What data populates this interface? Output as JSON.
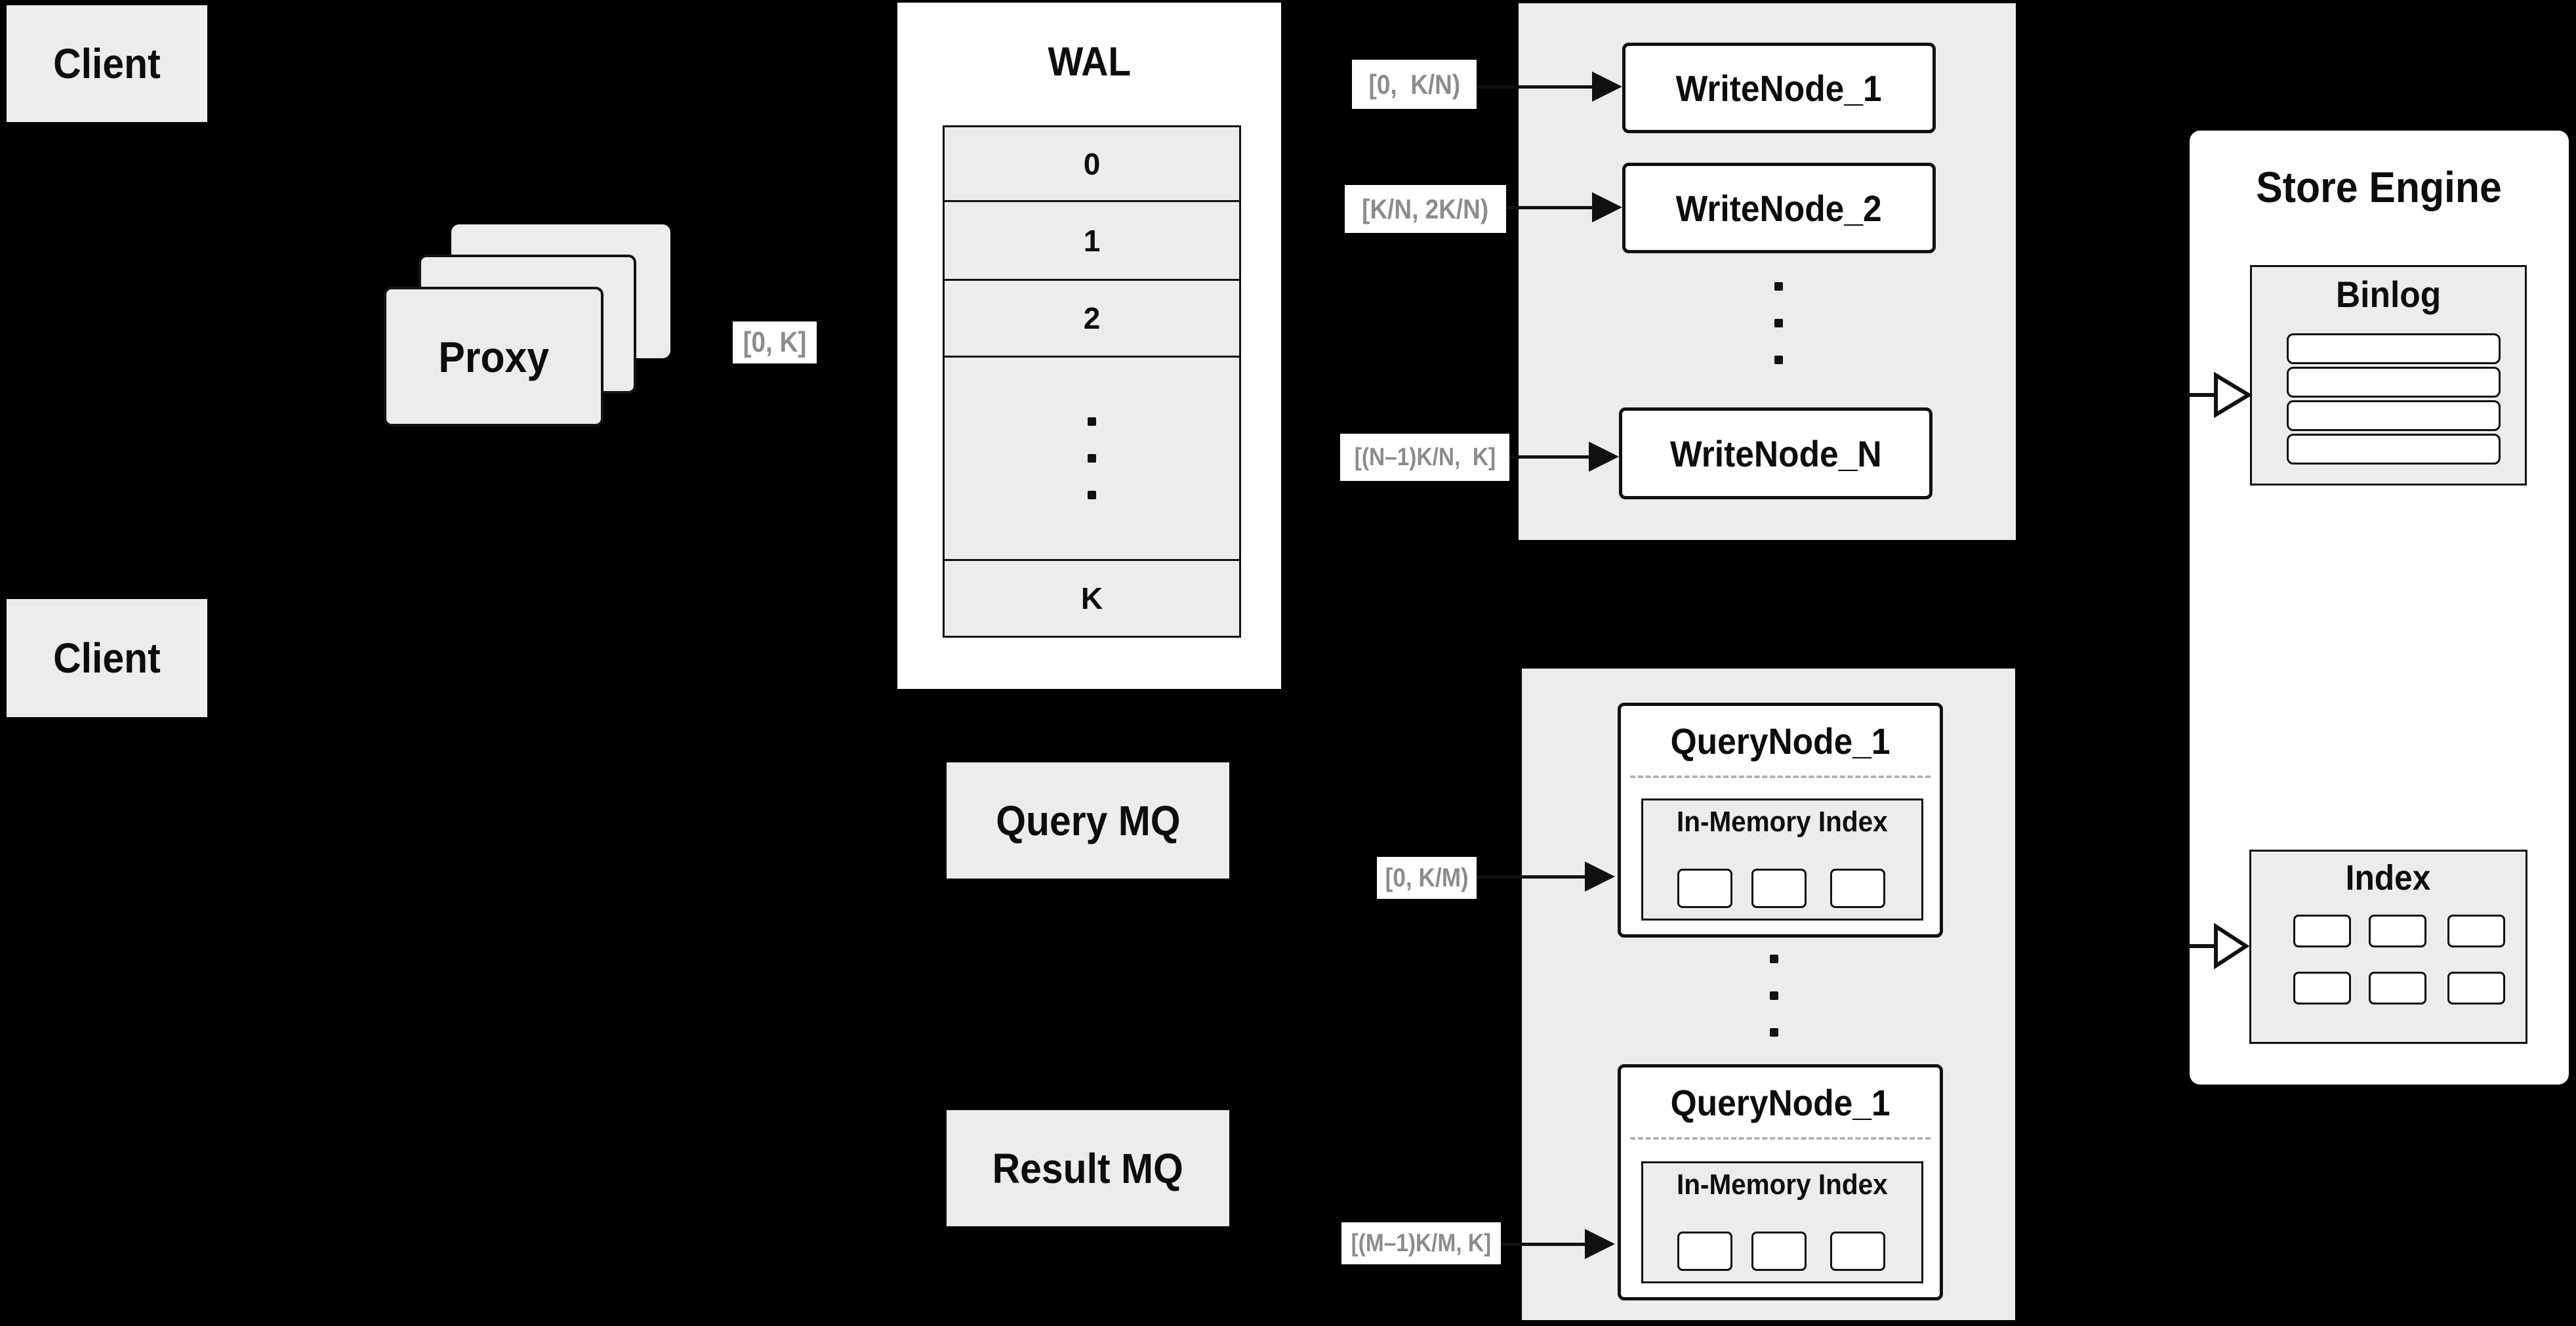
{
  "colors": {
    "background": "#000000",
    "panel_gray": "#ececec",
    "box_white": "#ffffff",
    "line": "#111111",
    "range_label_text": "#8c8c8c"
  },
  "clients": [
    {
      "label": "Client"
    },
    {
      "label": "Client"
    }
  ],
  "proxy": {
    "label": "Proxy",
    "range": "[0, K]"
  },
  "wal": {
    "title": "WAL",
    "rows": [
      "0",
      "1",
      "2"
    ],
    "dots_count": 3,
    "last_row": "K"
  },
  "write": {
    "nodes": [
      {
        "label": "WriteNode_1",
        "range": "[0,  K/N)"
      },
      {
        "label": "WriteNode_2",
        "range": "[K/N, 2K/N)"
      },
      {
        "label": "WriteNode_N",
        "range": "[(N–1)K/N,  K]"
      }
    ],
    "dots_count": 3
  },
  "mq": {
    "query": "Query MQ",
    "result": "Result MQ"
  },
  "query": {
    "nodes": [
      {
        "title": "QueryNode_1",
        "memory": "In-Memory Index",
        "range": "[0, K/M)",
        "cells_count": 3
      },
      {
        "title": "QueryNode_1",
        "memory": "In-Memory Index",
        "range": "[(M–1)K/M, K]",
        "cells_count": 3
      }
    ],
    "dots_count": 3
  },
  "store": {
    "title": "Store Engine",
    "binlog": {
      "title": "Binlog",
      "slats_count": 4
    },
    "index": {
      "title": "Index",
      "cells_count": 6
    }
  }
}
